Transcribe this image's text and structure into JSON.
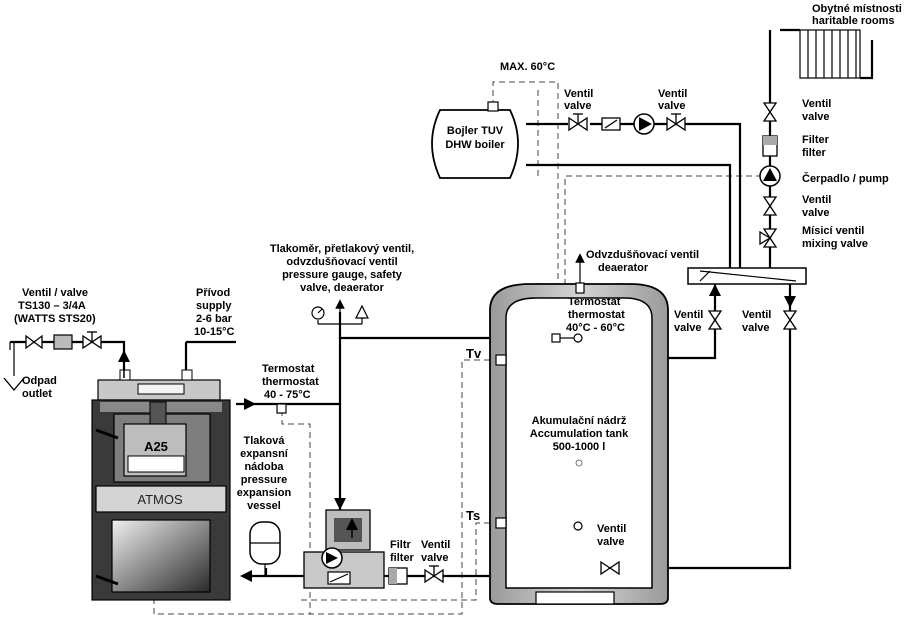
{
  "labels": {
    "rooms_cz": "Obytné místnosti",
    "rooms_en": "haritable rooms",
    "max_temp": "MAX. 60°C",
    "boiler_cz": "Bojler TUV",
    "boiler_en": "DHW boiler",
    "valve_a_cz": "Ventil",
    "valve_a_en": "valve",
    "valve_b_cz": "Ventil",
    "valve_b_en": "valve",
    "valve_c_cz": "Ventil",
    "valve_c_en": "valve",
    "filter_cz": "Filter",
    "filter_en": "filter",
    "pump_label": "Čerpadlo / pump",
    "valve_d_cz": "Ventil",
    "valve_d_en": "valve",
    "mixing_cz": "Mísicí ventil",
    "mixing_en": "mixing valve",
    "deaerator_cz": "Odvzdušňovací ventil",
    "deaerator_en": "deaerator",
    "gauge_l1": "Tlakoměr, přetlakový ventil,",
    "gauge_l2": "odvzdušňovací ventil",
    "gauge_l3": "pressure gauge, safety",
    "gauge_l4": "valve, deaerator",
    "tank_thermo_l1": "Termostat",
    "tank_thermo_l2": "thermostat",
    "tank_thermo_l3": "40°C - 60°C",
    "valve_e_cz": "Ventil",
    "valve_e_en": "valve",
    "valve_f_cz": "Ventil",
    "valve_f_en": "valve",
    "inlet_l1": "Ventil / valve",
    "inlet_l2": "TS130 – 3/4A",
    "inlet_l3": "(WATTS STS20)",
    "supply_l1": "Přívod",
    "supply_l2": "supply",
    "supply_l3": "2-6 bar",
    "supply_l4": "10-15°C",
    "tv": "Tv",
    "ts": "Ts",
    "boiler_thermo_l1": "Termostat",
    "boiler_thermo_l2": "thermostat",
    "boiler_thermo_l3": "40 - 75°C",
    "tank_l1": "Akumulační nádrž",
    "tank_l2": "Accumulation tank",
    "tank_l3": "500-1000 l",
    "outlet_cz": "Odpad",
    "outlet_en": "outlet",
    "exp_l1": "Tlaková",
    "exp_l2": "expansní",
    "exp_l3": "nádoba",
    "exp_l4": "pressure",
    "exp_l5": "expansion",
    "exp_l6": "vessel",
    "model": "A25",
    "brand": "ATMOS",
    "filtr_cz": "Filtr",
    "filtr_en": "filter",
    "valve_g_cz": "Ventil",
    "valve_g_en": "valve",
    "valve_h_cz": "Ventil",
    "valve_h_en": "valve"
  },
  "colors": {
    "line": "#000000",
    "tank_gray": "#b8b8b8",
    "boiler_dark": "#3a3a3a"
  }
}
